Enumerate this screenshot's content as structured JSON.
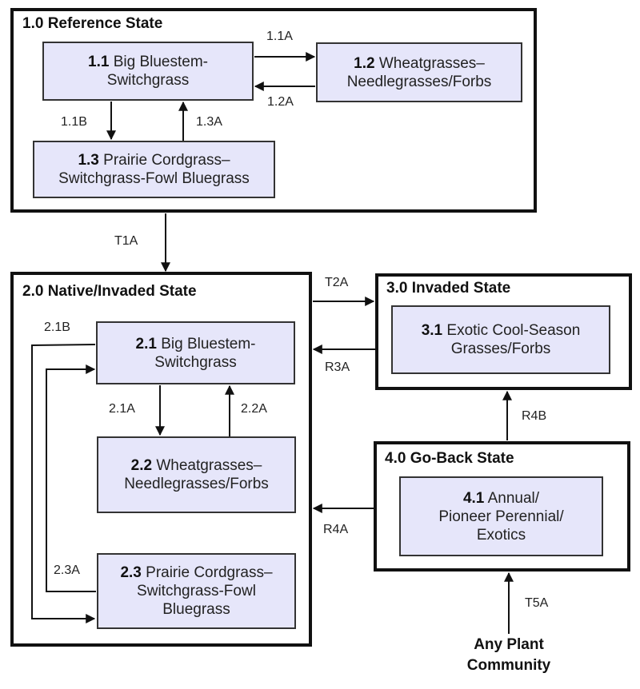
{
  "states": [
    {
      "id": "1.0",
      "title": "1.0 Reference State"
    },
    {
      "id": "2.0",
      "title": "2.0 Native/Invaded State"
    },
    {
      "id": "3.0",
      "title": "3.0 Invaded State"
    },
    {
      "id": "4.0",
      "title": "4.0  Go-Back State"
    }
  ],
  "communities": {
    "c11": {
      "num": "1.1",
      "line1": "Big Bluestem-",
      "line2": "Switchgrass"
    },
    "c12": {
      "num": "1.2",
      "line1": "Wheatgrasses–",
      "line2": "Needlegrasses/Forbs"
    },
    "c13": {
      "num": "1.3",
      "line1": "Prairie Cordgrass–",
      "line2": "Switchgrass-Fowl Bluegrass"
    },
    "c21": {
      "num": "2.1",
      "line1": "Big Bluestem-",
      "line2": "Switchgrass"
    },
    "c22": {
      "num": "2.2",
      "line1": "Wheatgrasses–",
      "line2": "Needlegrasses/Forbs"
    },
    "c23": {
      "num": "2.3",
      "line1": "Prairie Cordgrass–",
      "line2": "Switchgrass-Fowl",
      "line3": "Bluegrass"
    },
    "c31": {
      "num": "3.1",
      "line1": "Exotic Cool-Season",
      "line2": "Grasses/Forbs"
    },
    "c41": {
      "num": "4.1",
      "line1": "Annual/",
      "line2": "Pioneer Perennial/",
      "line3": "Exotics"
    }
  },
  "transitions": {
    "t11A": "1.1A",
    "t12A": "1.2A",
    "t11B": "1.1B",
    "t13A": "1.3A",
    "tT1A": "T1A",
    "tT2A": "T2A",
    "tR3A": "R3A",
    "tR4B": "R4B",
    "tR4A": "R4A",
    "tT5A": "T5A",
    "t21B": "2.1B",
    "t21A": "2.1A",
    "t22A": "2.2A",
    "t23A": "2.3A"
  },
  "source": {
    "line1": "Any Plant",
    "line2": "Community"
  },
  "colors": {
    "community_fill": "#e6e6fa",
    "border": "#111111"
  }
}
